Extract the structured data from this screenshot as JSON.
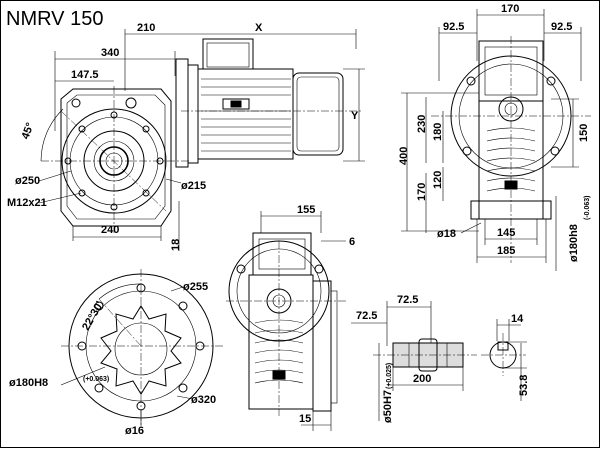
{
  "title": "NMRV 150",
  "front_view": {
    "top_dims": [
      "210",
      "X",
      "340",
      "147.5"
    ],
    "angle": "45°",
    "shaft_dia": "ø250",
    "flange_dia": "ø215",
    "thread": "M12x21",
    "bottom_dims": [
      "240",
      "18"
    ],
    "side_dim": "Y"
  },
  "side_view": {
    "top_dims": [
      "170",
      "92.5",
      "92.5"
    ],
    "left_dims": [
      "230",
      "180",
      "400",
      "170",
      "120"
    ],
    "right_dim": "150",
    "bore": "ø18",
    "bottom_dims": [
      "145",
      "185"
    ],
    "spigot_dia": "ø180h8",
    "spigot_tol": "(-0.063)"
  },
  "bottom_view": {
    "top_dims": [
      "155",
      "6"
    ],
    "bottom_dim": "15"
  },
  "flange_view": {
    "angle": "22°30'",
    "pcd": "ø255",
    "spigot": "ø180H8",
    "spigot_tol": "(+0.063)",
    "outer": "ø320",
    "holes": "ø16"
  },
  "shaft_view": {
    "dims": [
      "72.5",
      "72.5",
      "200"
    ],
    "bore": "ø50H7",
    "bore_tol": "(+0.025)"
  },
  "key_view": {
    "width": "14",
    "depth": "53.8"
  }
}
